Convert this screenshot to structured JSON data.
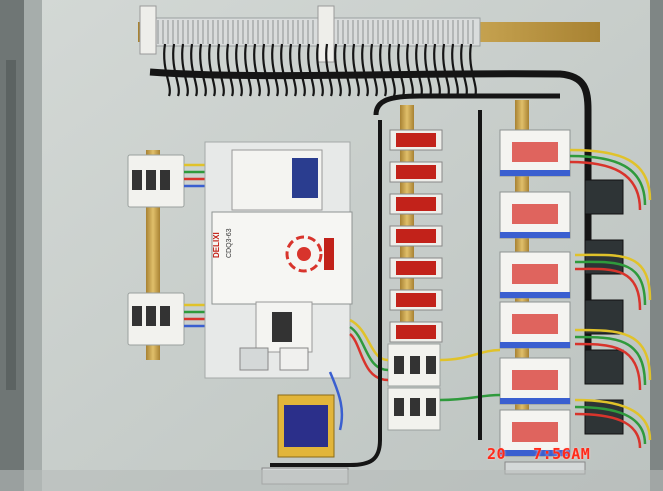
{
  "photo": {
    "timestamp_date": "20",
    "timestamp_time": "7:56AM",
    "timestamp_color": "#ff2a1a"
  },
  "colors": {
    "panel": "#c9cfcc",
    "cabinet": "#8f9695",
    "dark": "#2e3436",
    "wire_black": "#151515",
    "wire_red": "#d8342c",
    "wire_green": "#2f9a3c",
    "wire_yellow": "#e0c22a",
    "wire_blue": "#3a5fd0",
    "din_rail": "#c9a24a",
    "breaker": "#f2f2ee",
    "terminal": "#d4d8d8"
  },
  "labels": {
    "logo": "DELIXI",
    "controller_model": "CDQ3-63"
  },
  "icons": [
    "circuit-breaker-icon",
    "contactor-icon",
    "relay-icon",
    "transformer-icon",
    "terminal-block-icon"
  ]
}
